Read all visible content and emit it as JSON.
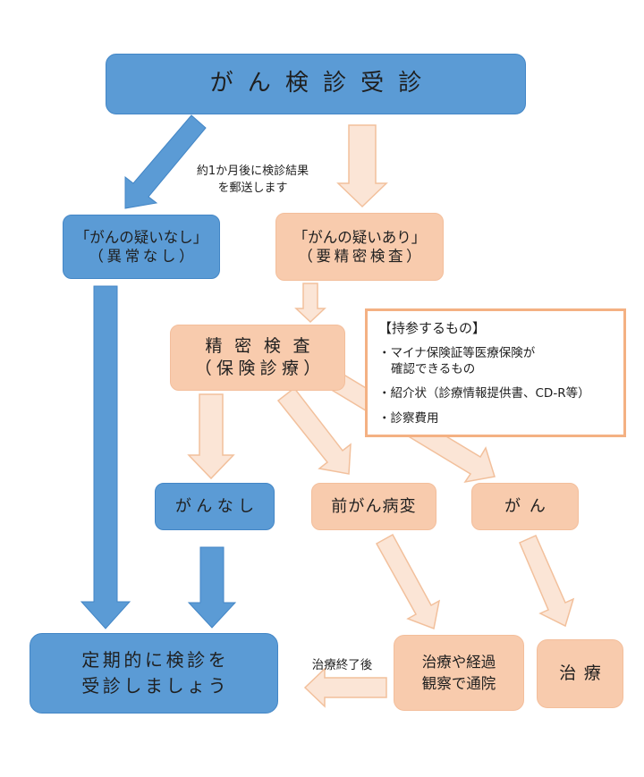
{
  "diagram": {
    "title": "がん検診受診",
    "mail_note": {
      "line1": "約1か月後に検診結果",
      "line2": "を郵送します"
    },
    "no_suspicion": {
      "line1": "「がんの疑いなし」",
      "line2": "（異常なし）"
    },
    "suspicion": {
      "line1": "「がんの疑いあり」",
      "line2": "（要精密検査）"
    },
    "detailed_exam": {
      "line1": "精密検査",
      "line2": "（保険診療）"
    },
    "bring": {
      "title": "【持参するもの】",
      "item1_line1": "・マイナ保険証等医療保険が",
      "item1_line2": "確認できるもの",
      "item2": "・紹介状（診療情報提供書、CD-R等）",
      "item3": "・診察費用"
    },
    "no_cancer": "がんなし",
    "precancer": "前がん病変",
    "cancer": "がん",
    "periodic": {
      "line1": "定期的に検診を",
      "line2": "受診しましょう"
    },
    "after_treatment": "治療終了後",
    "followup": {
      "line1": "治療や経過",
      "line2": "観察で通院"
    },
    "treatment": "治療",
    "colors": {
      "box_blue": "#5B9BD5",
      "box_peach": "#F8CBAD",
      "arrow_light_fill": "#FBE5D6",
      "arrow_light_stroke": "#F2C09C",
      "info_border": "#F4B183"
    }
  }
}
